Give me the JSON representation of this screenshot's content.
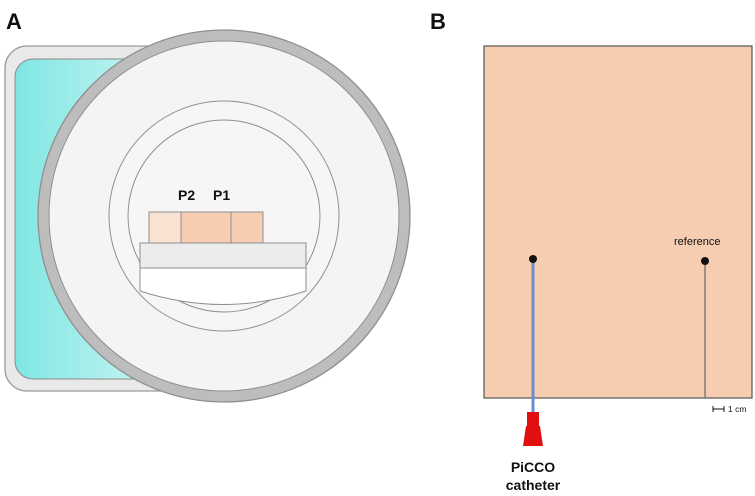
{
  "panels": {
    "a": {
      "letter": "A",
      "probe_labels": {
        "p2": "P2",
        "p1": "P1"
      },
      "colors": {
        "screen_gradient_start": "#7fe6e2",
        "screen_gradient_end": "#e9fbfa",
        "housing": "#e9e9e9",
        "ring": "#bdbdbd",
        "bore": "#f6f6f6",
        "tissue_light": "#f8e3d3",
        "tissue": "#f6cdb0",
        "table": "#ececec"
      }
    },
    "b": {
      "letter": "B",
      "reference_label": "reference",
      "scale_label": "1 cm",
      "catheter_label_line1": "PiCCO",
      "catheter_label_line2": "catheter",
      "colors": {
        "tissue": "#f6cdb0",
        "catheter_line": "#6a8fd0",
        "catheter_hub": "#e01010",
        "probe_dot": "#111111"
      }
    }
  }
}
